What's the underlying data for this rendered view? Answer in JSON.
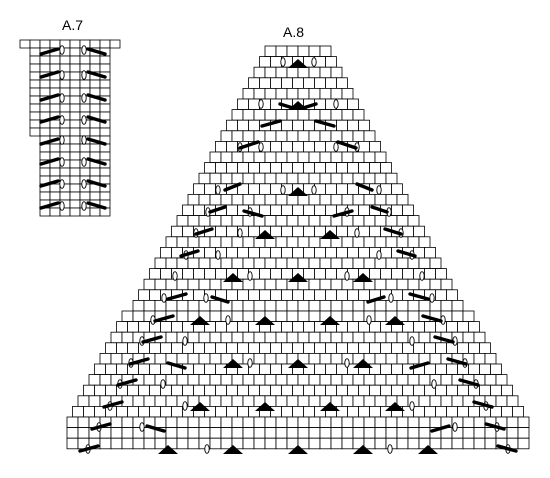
{
  "diagrams": [
    {
      "id": "a7",
      "label": "A.7",
      "shape": "rectangle",
      "rows": 22,
      "columns": 8,
      "top_row_extends": 1
    },
    {
      "id": "a8",
      "label": "A.8",
      "shape": "triangle",
      "rows": 38
    }
  ],
  "symbols": {
    "yarn_over": "oval",
    "decrease": "diagonal-bar",
    "double_decrease": "triangle"
  },
  "colors": {
    "grid_line": "#000000",
    "background": "#ffffff",
    "symbol_fill": "#000000"
  }
}
